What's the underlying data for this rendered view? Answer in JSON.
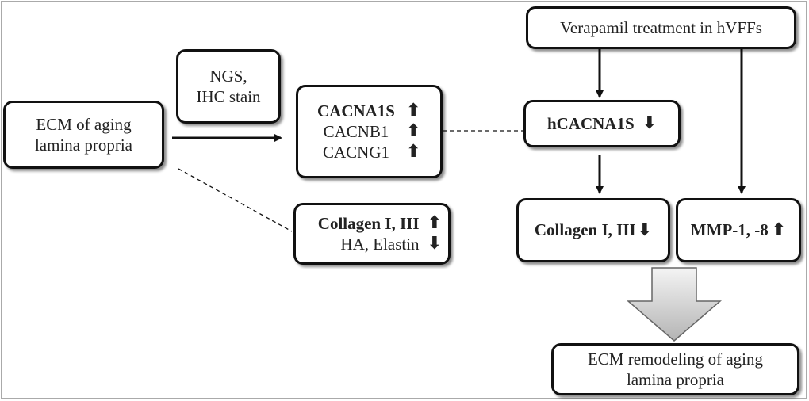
{
  "boxes": {
    "ecm_aging": [
      "ECM of aging",
      "lamina propria"
    ],
    "ngs": [
      "NGS,",
      "IHC stain"
    ],
    "genes": [
      {
        "label": "CACNA1S",
        "arrow": "⬆"
      },
      {
        "label": "CACNB1",
        "arrow": "⬆"
      },
      {
        "label": "CACNG1",
        "arrow": "⬆"
      }
    ],
    "matrix": [
      {
        "label": "Collagen I, III",
        "arrow": "⬆"
      },
      {
        "label": "HA, Elastin",
        "arrow": "⬇"
      }
    ],
    "verapamil": "Verapamil treatment in hVFFs",
    "hcacna1s": {
      "label": "hCACNA1S",
      "arrow": "⬇"
    },
    "collagen_down": {
      "label": "Collagen I, III",
      "arrow": "⬇"
    },
    "mmp": {
      "label": "MMP-1, -8",
      "arrow": "⬆"
    },
    "remodel": [
      "ECM remodeling of aging",
      "lamina propria"
    ]
  }
}
